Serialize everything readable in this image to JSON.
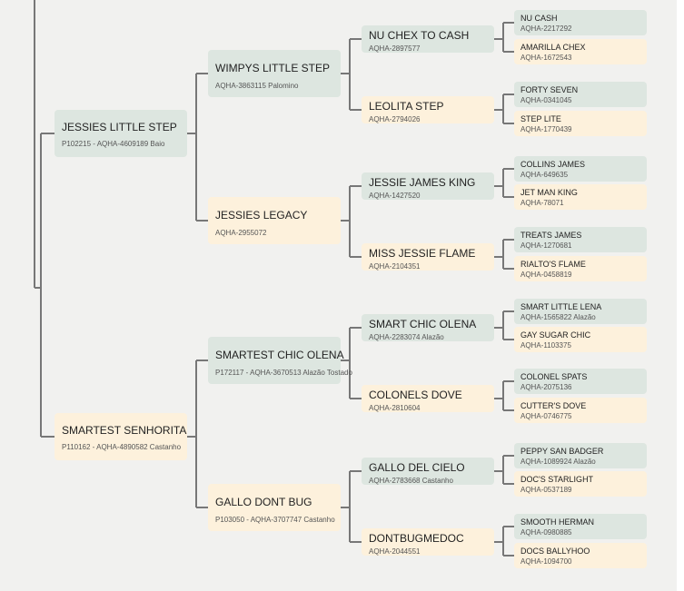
{
  "pedigree": {
    "sire": {
      "name": "JESSIES LITTLE STEP",
      "info": "P102215 - AQHA-4609189 Baio",
      "sire": {
        "name": "WIMPYS LITTLE STEP",
        "info": "AQHA-3863115 Palomino",
        "sire": {
          "name": "NU CHEX TO CASH",
          "info": "AQHA-2897577",
          "sire": {
            "name": "NU CASH",
            "info": "AQHA-2217292"
          },
          "dam": {
            "name": "AMARILLA CHEX",
            "info": "AQHA-1672543"
          }
        },
        "dam": {
          "name": "LEOLITA STEP",
          "info": "AQHA-2794026",
          "sire": {
            "name": "FORTY SEVEN",
            "info": "AQHA-0341045"
          },
          "dam": {
            "name": "STEP LITE",
            "info": "AQHA-1770439"
          }
        }
      },
      "dam": {
        "name": "JESSIES LEGACY",
        "info": "AQHA-2955072",
        "sire": {
          "name": "JESSIE JAMES KING",
          "info": "AQHA-1427520",
          "sire": {
            "name": "COLLINS JAMES",
            "info": "AQHA-649635"
          },
          "dam": {
            "name": "JET MAN KING",
            "info": "AQHA-78071"
          }
        },
        "dam": {
          "name": "MISS JESSIE FLAME",
          "info": "AQHA-2104351",
          "sire": {
            "name": "TREATS JAMES",
            "info": "AQHA-1270681"
          },
          "dam": {
            "name": "RIALTO'S FLAME",
            "info": "AQHA-0458819"
          }
        }
      }
    },
    "dam": {
      "name": "SMARTEST SENHORITA",
      "info": "P110162 - AQHA-4890582 Castanho",
      "sire": {
        "name": "SMARTEST CHIC OLENA",
        "info": "P172117 - AQHA-3670513 Alazão Tostado",
        "sire": {
          "name": "SMART CHIC OLENA",
          "info": "AQHA-2283074 Alazão",
          "sire": {
            "name": "SMART LITTLE LENA",
            "info": "AQHA-1565822 Alazão"
          },
          "dam": {
            "name": "GAY SUGAR CHIC",
            "info": "AQHA-1103375"
          }
        },
        "dam": {
          "name": "COLONELS DOVE",
          "info": "AQHA-2810604",
          "sire": {
            "name": "COLONEL SPATS",
            "info": "AQHA-2075136"
          },
          "dam": {
            "name": "CUTTER'S DOVE",
            "info": "AQHA-0746775"
          }
        }
      },
      "dam": {
        "name": "GALLO DONT BUG",
        "info": "P103050 - AQHA-3707747 Castanho",
        "sire": {
          "name": "GALLO DEL CIELO",
          "info": "AQHA-2783668 Castanho",
          "sire": {
            "name": "PEPPY SAN BADGER",
            "info": "AQHA-1089924 Alazão"
          },
          "dam": {
            "name": "DOC'S STARLIGHT",
            "info": "AQHA-0537189"
          }
        },
        "dam": {
          "name": "DONTBUGMEDOC",
          "info": "AQHA-2044551",
          "sire": {
            "name": "SMOOTH HERMAN",
            "info": "AQHA-0980885"
          },
          "dam": {
            "name": "DOCS BALLYHOO",
            "info": "AQHA-1094700"
          }
        }
      }
    }
  },
  "colors": {
    "sire_card": "#dde6e0",
    "dam_card": "#fdf1dc",
    "connector": "#777777",
    "background": "#f1f1ef"
  }
}
